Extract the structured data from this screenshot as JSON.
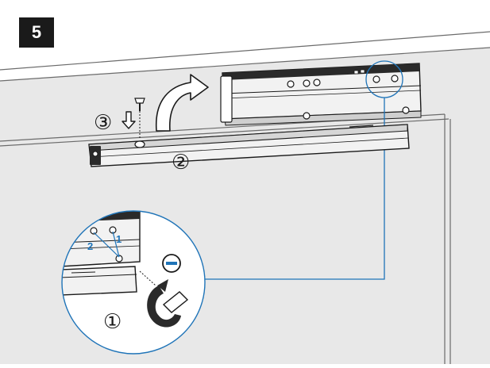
{
  "step_number": "5",
  "labels": {
    "lever_lock": "③",
    "track_mount": "②",
    "adjust_screw": "①",
    "inset_position_2": "2",
    "inset_position_1": "1"
  },
  "colors": {
    "background": "#ffffff",
    "panel": "#e8e8e8",
    "frame_line": "#6b6b6b",
    "outline": "#1a1a1a",
    "accent_blue": "#1f74b8",
    "body_dark": "#2a2a2a",
    "body_light": "#f2f2f2"
  },
  "icons": {
    "arrow_down": "down-arrow-icon",
    "rotate_arrow": "curved-arrow-icon",
    "minus": "minus-icon",
    "hex_key": "hex-key-icon",
    "screw": "screw-icon"
  }
}
